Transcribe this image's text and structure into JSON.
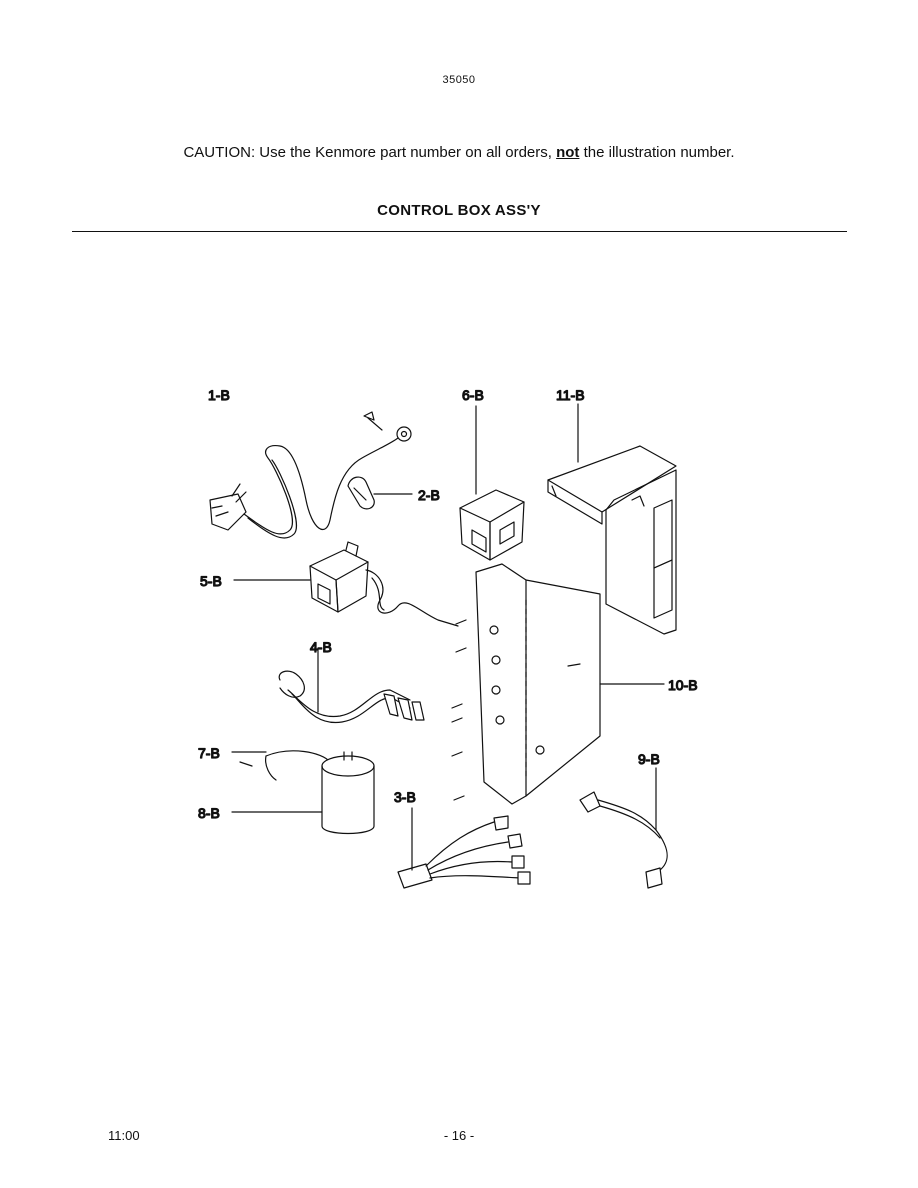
{
  "header": {
    "model": "35050"
  },
  "caution": {
    "before": "CAUTION: Use the Kenmore part number on all orders, ",
    "emph": "not",
    "after": " the illustration number."
  },
  "section": {
    "title": "CONTROL BOX ASS'Y"
  },
  "diagram": {
    "callouts": {
      "c1": "1-B",
      "c2": "2-B",
      "c3": "3-B",
      "c4": "4-B",
      "c5": "5-B",
      "c6": "6-B",
      "c7": "7-B",
      "c8": "8-B",
      "c9": "9-B",
      "c10": "10-B",
      "c11": "11-B"
    }
  },
  "footer": {
    "left": "11:00",
    "page": "- 16 -"
  }
}
